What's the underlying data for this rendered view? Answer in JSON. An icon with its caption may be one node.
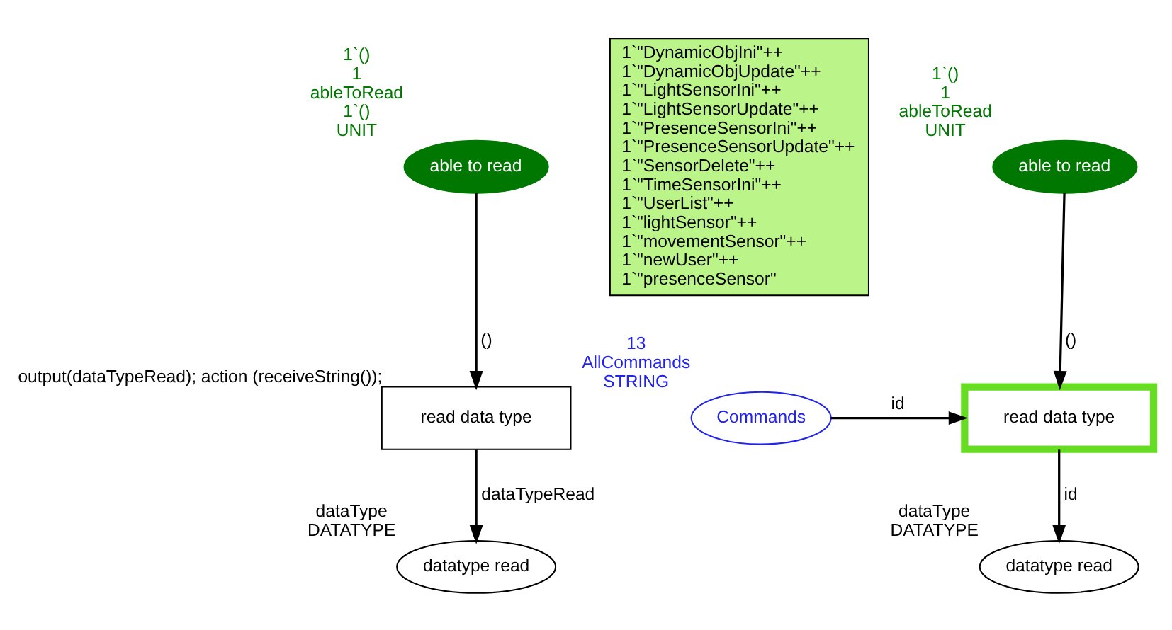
{
  "diagram": {
    "nodes": [
      {
        "text": [
          "able to read"
        ],
        "beside": [
          "1`()",
          "1",
          "ableToRead",
          "1`()",
          "UNIT"
        ]
      },
      {
        "text": [
          "read data type"
        ],
        "beside": [
          "output(dataTypeRead); action (receiveString());"
        ]
      },
      {
        "text": [
          "datatype read"
        ],
        "beside": [
          "dataType",
          "DATATYPE"
        ]
      },
      {
        "text": [
          "able to read"
        ],
        "beside": [
          "1`()",
          "1",
          "ableToRead",
          "UNIT"
        ]
      },
      {
        "text": [
          "read data type"
        ]
      },
      {
        "text": [
          "datatype read"
        ],
        "beside": [
          "dataType",
          "DATATYPE"
        ]
      },
      {
        "text": [
          "Commands"
        ],
        "beside": [
          "13",
          "AllCommands",
          "STRING"
        ]
      },
      {
        "text": [
          "1`\"DynamicObjIni\"++ 1`\"DynamicObjUpdate\"++ 1`\"LightSensorIni\"++ 1`\"LightSensorUpdate\"++ 1`\"PresenceSensorIni\"++ 1`\"PresenceSensorUpdate\"++ 1`\"SensorDelete\"++ 1`\"TimeSensorIni\"++ 1`\"UserList\"++ 1`\"lightSensor\"++ 1`\"movementSensor\"++ 1`\"newUser\"++ 1`\"presenceSensor\""
        ]
      }
    ],
    "edges": [
      {
        "from": 0,
        "to": 1,
        "arrow": "to",
        "label": "()"
      },
      {
        "from": 1,
        "to": 2,
        "arrow": "to",
        "label": "dataTypeRead"
      },
      {
        "from": 3,
        "to": 4,
        "arrow": "to",
        "label": "()"
      },
      {
        "from": 6,
        "to": 4,
        "arrow": "to",
        "label": "id"
      },
      {
        "from": 4,
        "to": 5,
        "arrow": "to",
        "label": "id"
      }
    ]
  }
}
